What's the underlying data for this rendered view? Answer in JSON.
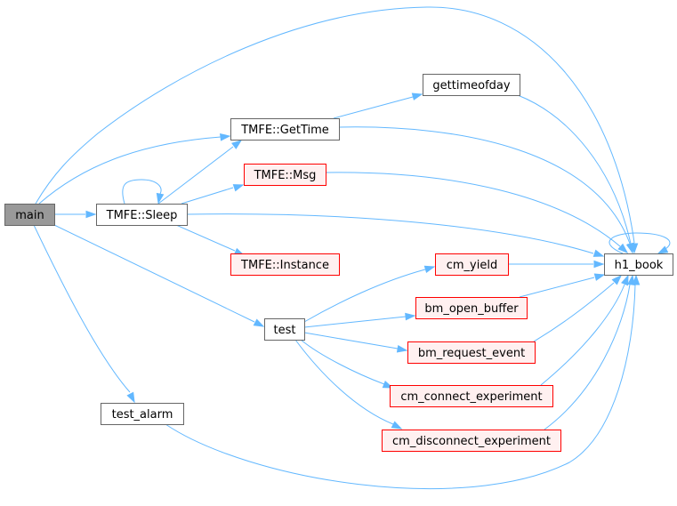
{
  "nodes": {
    "main": {
      "label": "main",
      "style": "root"
    },
    "tmfe_gettime": {
      "label": "TMFE::GetTime",
      "style": "normal"
    },
    "gettimeofday": {
      "label": "gettimeofday",
      "style": "normal"
    },
    "tmfe_msg": {
      "label": "TMFE::Msg",
      "style": "external"
    },
    "tmfe_sleep": {
      "label": "TMFE::Sleep",
      "style": "normal"
    },
    "tmfe_instance": {
      "label": "TMFE::Instance",
      "style": "external"
    },
    "h1_book": {
      "label": "h1_book",
      "style": "normal"
    },
    "cm_yield": {
      "label": "cm_yield",
      "style": "external"
    },
    "bm_open_buffer": {
      "label": "bm_open_buffer",
      "style": "external"
    },
    "test": {
      "label": "test",
      "style": "normal"
    },
    "bm_request_event": {
      "label": "bm_request_event",
      "style": "external"
    },
    "cm_connect_experiment": {
      "label": "cm_connect_experiment",
      "style": "external"
    },
    "test_alarm": {
      "label": "test_alarm",
      "style": "normal"
    },
    "cm_disconnect_experiment": {
      "label": "cm_disconnect_experiment",
      "style": "external"
    }
  },
  "edges": [
    {
      "from": "main",
      "to": "h1_book"
    },
    {
      "from": "main",
      "to": "tmfe_gettime"
    },
    {
      "from": "main",
      "to": "tmfe_sleep"
    },
    {
      "from": "main",
      "to": "test"
    },
    {
      "from": "main",
      "to": "test_alarm"
    },
    {
      "from": "tmfe_sleep",
      "to": "tmfe_sleep"
    },
    {
      "from": "tmfe_sleep",
      "to": "tmfe_gettime"
    },
    {
      "from": "tmfe_sleep",
      "to": "tmfe_msg"
    },
    {
      "from": "tmfe_sleep",
      "to": "h1_book"
    },
    {
      "from": "tmfe_sleep",
      "to": "tmfe_instance"
    },
    {
      "from": "tmfe_gettime",
      "to": "gettimeofday"
    },
    {
      "from": "tmfe_gettime",
      "to": "h1_book"
    },
    {
      "from": "gettimeofday",
      "to": "h1_book"
    },
    {
      "from": "tmfe_msg",
      "to": "h1_book"
    },
    {
      "from": "h1_book",
      "to": "h1_book"
    },
    {
      "from": "cm_yield",
      "to": "h1_book"
    },
    {
      "from": "bm_open_buffer",
      "to": "h1_book"
    },
    {
      "from": "bm_request_event",
      "to": "h1_book"
    },
    {
      "from": "cm_connect_experiment",
      "to": "h1_book"
    },
    {
      "from": "cm_disconnect_experiment",
      "to": "h1_book"
    },
    {
      "from": "test",
      "to": "cm_yield"
    },
    {
      "from": "test",
      "to": "bm_open_buffer"
    },
    {
      "from": "test",
      "to": "bm_request_event"
    },
    {
      "from": "test",
      "to": "cm_connect_experiment"
    },
    {
      "from": "test",
      "to": "cm_disconnect_experiment"
    },
    {
      "from": "test_alarm",
      "to": "h1_book"
    }
  ],
  "styles": {
    "root": {
      "fill": "#999999",
      "stroke": "#666666"
    },
    "normal": {
      "fill": "#ffffff",
      "stroke": "#666666"
    },
    "external": {
      "fill": "#fff0f0",
      "stroke": "#ff0000"
    },
    "edge_color": "#63b8ff"
  }
}
